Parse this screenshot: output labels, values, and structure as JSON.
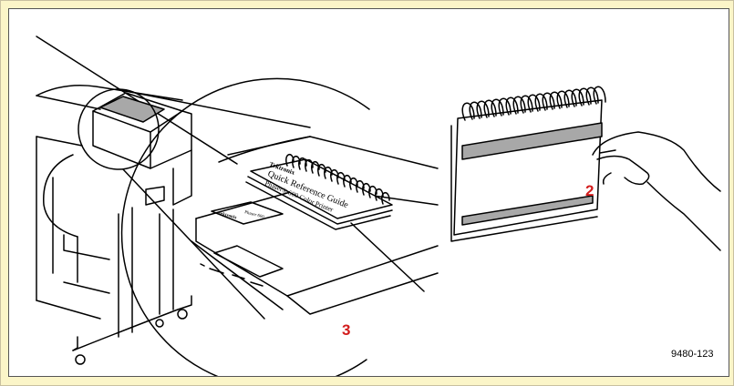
{
  "figure": {
    "callouts": {
      "two": "2",
      "three": "3"
    },
    "figure_id": "9480-123",
    "guide_labels": {
      "brand_small": "Tektronix",
      "title": "Quick Reference Guide",
      "subtitle": "Phaser® 600 Color Printer"
    },
    "printer_labels": {
      "badge_brand": "Tektronix",
      "badge_model": "Phaser 600"
    }
  },
  "colors": {
    "background": "#fbf5c8",
    "panel": "#ffffff",
    "lines": "#000000",
    "callout": "#d21c1c",
    "guide_strip": "#a8a8a8"
  }
}
